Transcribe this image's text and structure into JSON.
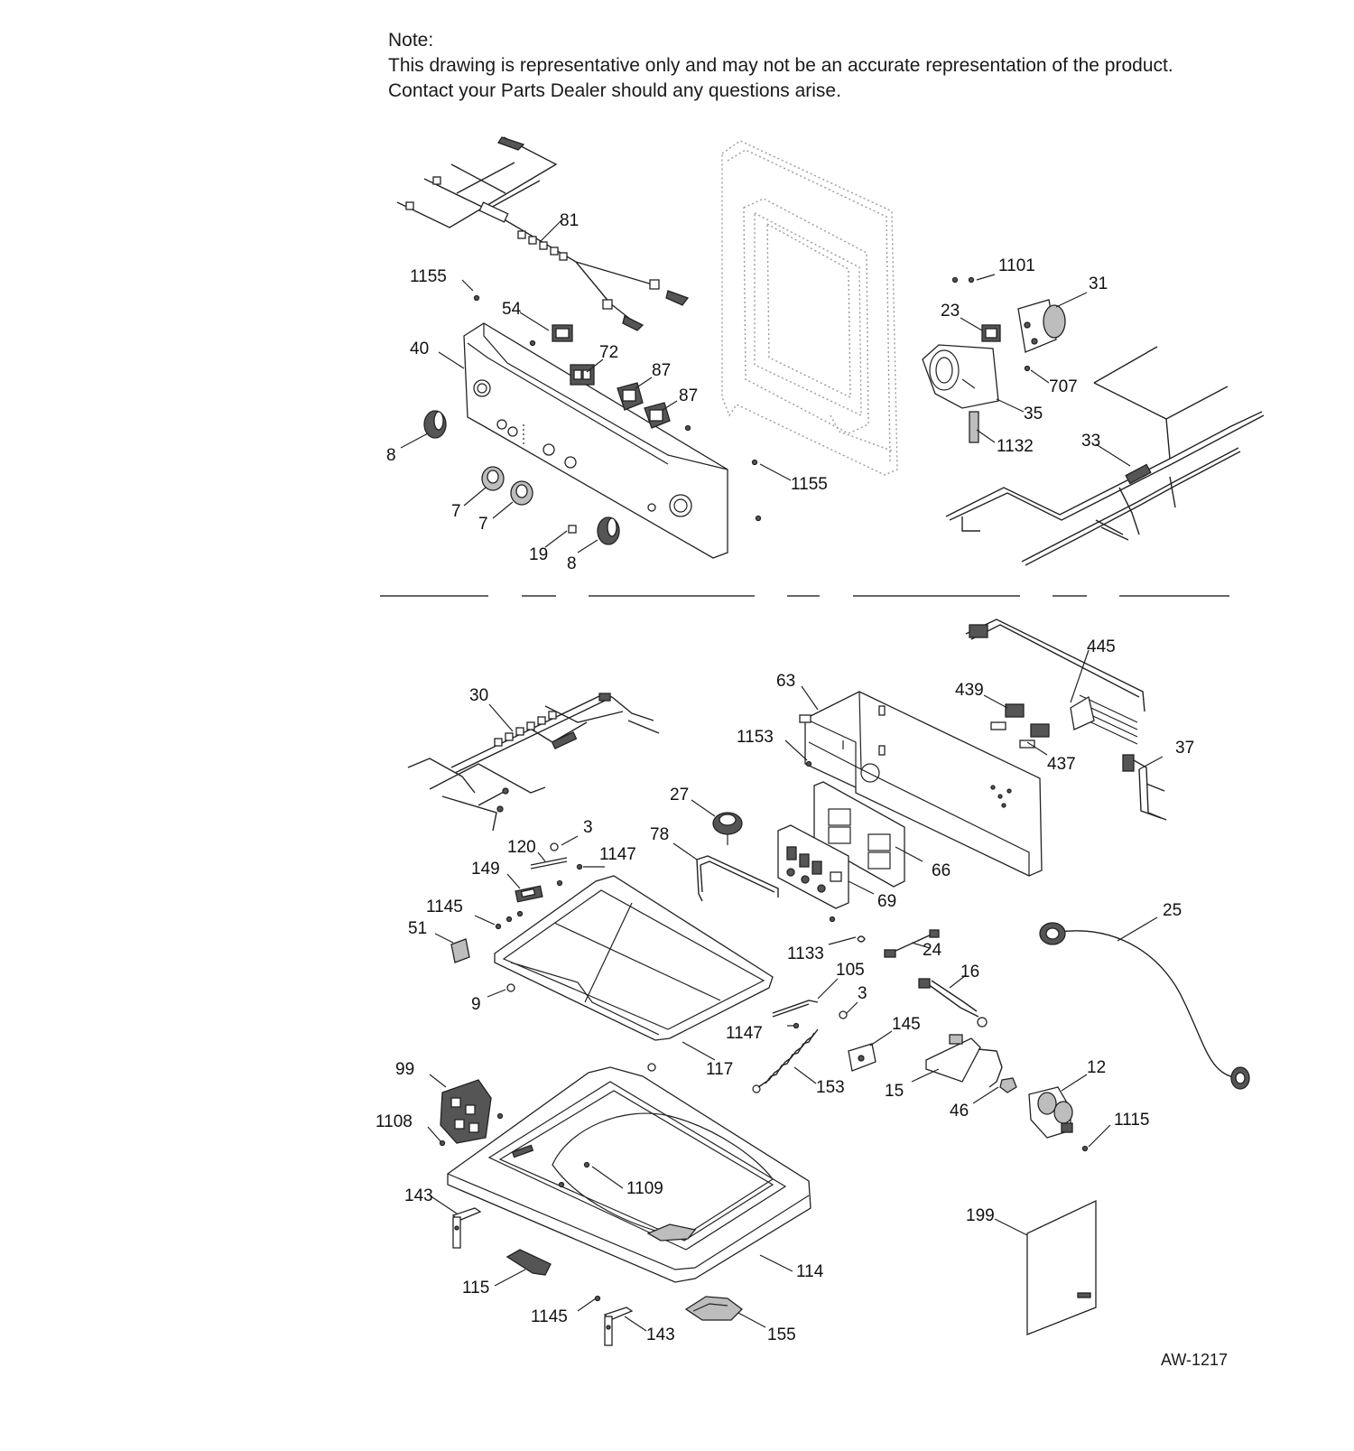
{
  "note": {
    "title": "Note:",
    "line1": "This drawing is representative only and may not be an accurate representation of the product.",
    "line2": "Contact your Parts Dealer should any questions arise."
  },
  "drawing_code": "AW-1217",
  "callouts": {
    "c81": "81",
    "c1155a": "1155",
    "c54": "54",
    "c40": "40",
    "c72": "72",
    "c87a": "87",
    "c87b": "87",
    "c8a": "8",
    "c7a": "7",
    "c7b": "7",
    "c19": "19",
    "c8b": "8",
    "c1155b": "1155",
    "c1101": "1101",
    "c31": "31",
    "c23": "23",
    "c707": "707",
    "c35": "35",
    "c1132": "1132",
    "c33": "33",
    "c445": "445",
    "c63": "63",
    "c439": "439",
    "c1153": "1153",
    "c437": "437",
    "c37": "37",
    "c30": "30",
    "c27": "27",
    "c66": "66",
    "c3a": "3",
    "c120": "120",
    "c1147a": "1147",
    "c78": "78",
    "c149": "149",
    "c69": "69",
    "c1145a": "1145",
    "c51": "51",
    "c1133": "1133",
    "c24": "24",
    "c25": "25",
    "c105": "105",
    "c16": "16",
    "c9": "9",
    "c3b": "3",
    "c1147b": "1147",
    "c145": "145",
    "c117": "117",
    "c153": "153",
    "c15": "15",
    "c12": "12",
    "c99": "99",
    "c46": "46",
    "c1115": "1115",
    "c1108": "1108",
    "c1109": "1109",
    "c143a": "143",
    "c199": "199",
    "c114": "114",
    "c115": "115",
    "c1145b": "1145",
    "c143b": "143",
    "c155": "155"
  }
}
